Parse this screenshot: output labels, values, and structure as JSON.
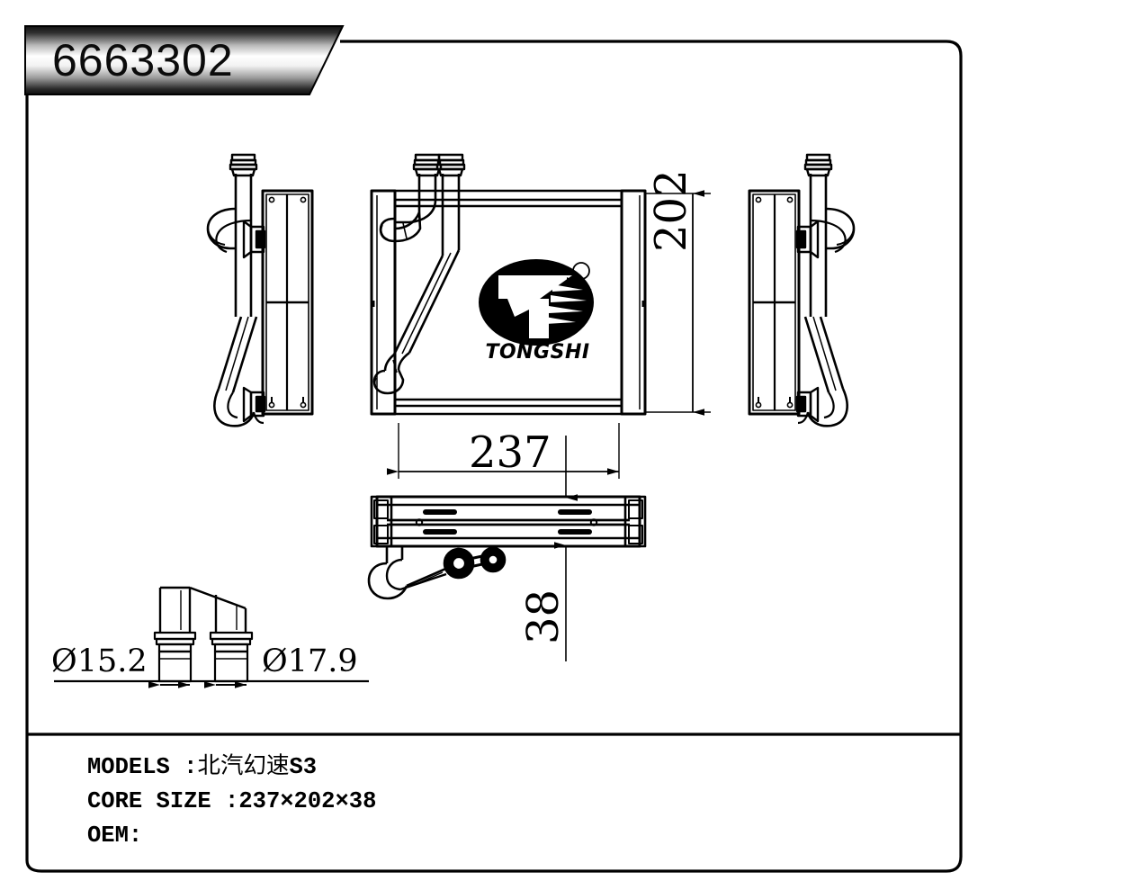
{
  "sheet": {
    "part_number": "6663302",
    "background_color": "#ffffff",
    "line_color": "#000000"
  },
  "banner": {
    "label": "6663302",
    "gradient_dark": "#1a1a1a",
    "gradient_light": "#ffffff"
  },
  "logo": {
    "brand": "TONGSHI",
    "registered_mark": "®",
    "mark_color": "#000000"
  },
  "dimensions": {
    "width": "237",
    "height": "202",
    "depth": "38",
    "inlet_diameter": "Ø15.2",
    "outlet_diameter": "Ø17.9"
  },
  "info": {
    "models_label": "MODELS",
    "models_sep": " :",
    "models_value_cjk": "北汽幻速",
    "models_value_tail": "S3",
    "core_size_label": "CORE SIZE",
    "core_size_sep": " :",
    "core_size_value": "237×202×38",
    "oem_label": "OEM:"
  },
  "views": {
    "left_side_view": "left-side-view",
    "front_view": "front-view",
    "right_side_view": "right-side-view",
    "bottom_view": "bottom-view",
    "nipple_detail_view": "nipple-detail-view"
  }
}
